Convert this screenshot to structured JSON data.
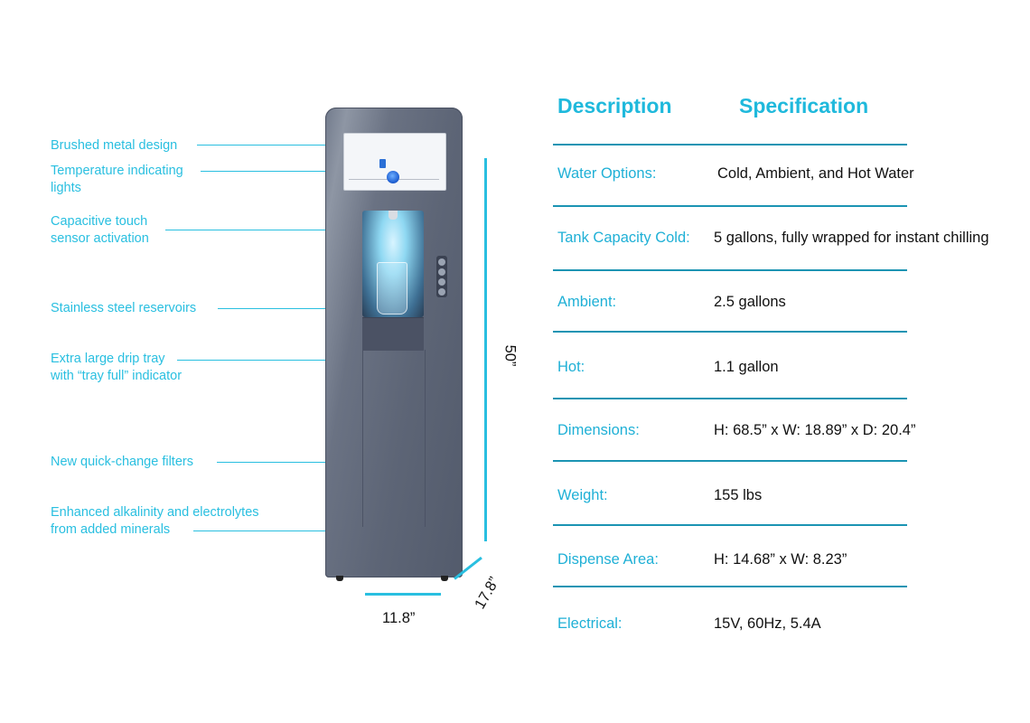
{
  "callouts": [
    "Brushed metal design",
    "Temperature indicating\nlights",
    "Capacitive touch\nsensor activation",
    "Stainless steel reservoirs",
    "Extra large drip tray\nwith “tray full” indicator",
    "New quick-change filters",
    "Enhanced alkalinity and electrolytes\nfrom added minerals"
  ],
  "dimensions": {
    "height": "50”",
    "width": "11.8”",
    "depth": "17.8”"
  },
  "table": {
    "header_description": "Description",
    "header_specification": "Specification",
    "rows": [
      {
        "label": "Water Options:",
        "value": "Cold, Ambient, and Hot Water"
      },
      {
        "label": "Tank Capacity Cold:",
        "value": "5 gallons, fully wrapped for instant chilling"
      },
      {
        "label": "Ambient:",
        "value": "2.5 gallons"
      },
      {
        "label": "Hot:",
        "value": "1.1 gallon"
      },
      {
        "label": "Dimensions:",
        "value": "H: 68.5” x W: 18.89” x D: 20.4”"
      },
      {
        "label": "Weight:",
        "value": "155 lbs"
      },
      {
        "label": "Dispense Area:",
        "value": "H: 14.68” x W: 8.23”"
      },
      {
        "label": "Electrical:",
        "value": "15V, 60Hz, 5.4A"
      }
    ]
  },
  "colors": {
    "accent": "#29bfe0",
    "rule": "#1b94b3",
    "cabinet": "#5d6576"
  }
}
